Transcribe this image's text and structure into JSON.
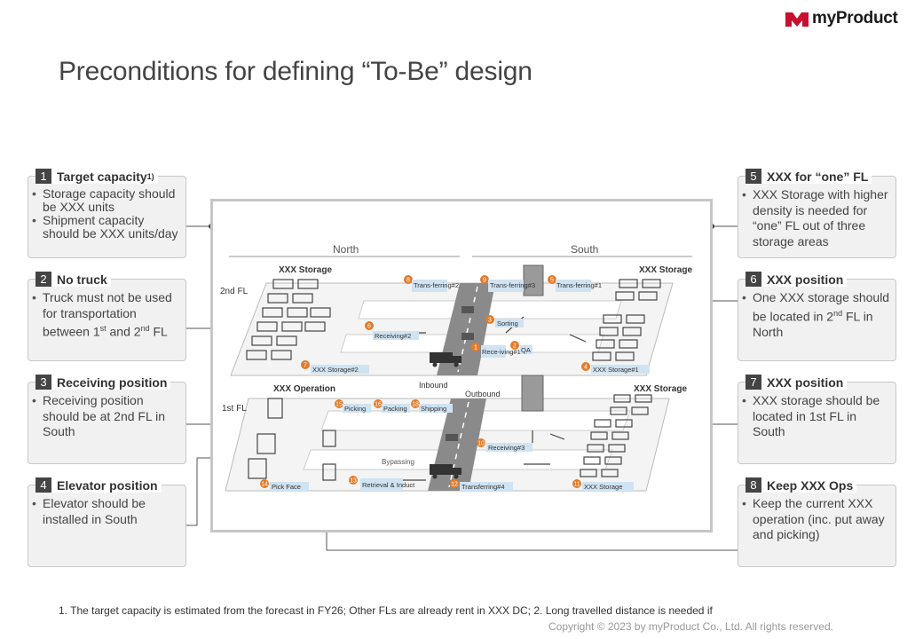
{
  "brand": {
    "name": "myProduct",
    "color": "#c8102e"
  },
  "title": "Preconditions for defining “To-Be” design",
  "boxes": [
    {
      "num": "1",
      "title": "Target capacity",
      "sup": "1)",
      "bullets": [
        "Storage capacity should be XXX  units",
        "Shipment capacity should be XXX units/day"
      ]
    },
    {
      "num": "2",
      "title": "No truck",
      "bullets": [
        "Truck must not be used for transportation between 1st and 2nd FL"
      ]
    },
    {
      "num": "3",
      "title": "Receiving position",
      "bullets": [
        "Receiving position should be at 2nd FL in South"
      ]
    },
    {
      "num": "4",
      "title": "Elevator position",
      "bullets": [
        "Elevator should be installed in South"
      ]
    },
    {
      "num": "5",
      "title": "XXX for “one” FL",
      "bullets": [
        "XXX Storage with higher density is needed for “one” FL out of three storage areas"
      ]
    },
    {
      "num": "6",
      "title": "XXX position",
      "bullets": [
        "One XXX storage should be located in 2nd FL in North"
      ]
    },
    {
      "num": "7",
      "title": "XXX position",
      "bullets": [
        "XXX storage should be located in 1st FL in South"
      ]
    },
    {
      "num": "8",
      "title": "Keep XXX Ops",
      "bullets": [
        "Keep the current XXX operation (inc. put away and picking)"
      ]
    }
  ],
  "diagram": {
    "north": "North",
    "south": "South",
    "fl2": "2nd FL",
    "fl1": "1st FL",
    "storage_n2": "XXX Storage",
    "storage_s2": "XXX Storage",
    "operation_n1": "XXX Operation",
    "storage_s1": "XXX Storage",
    "inbound": "Inbound",
    "outbound": "Outbound",
    "qa": "QA",
    "bypassing": "Bypassing",
    "steps": [
      {
        "n": "1",
        "label": "Rece-iving#1"
      },
      {
        "n": "2",
        "label": "QA"
      },
      {
        "n": "3",
        "label": "Sorting"
      },
      {
        "n": "4",
        "label": "XXX Storage#1"
      },
      {
        "n": "5",
        "label": "Trans-ferring#1"
      },
      {
        "n": "6",
        "label": "Receiving#2"
      },
      {
        "n": "7",
        "label": "XXX Storage#2"
      },
      {
        "n": "8",
        "label": "Trans-ferring#2"
      },
      {
        "n": "9",
        "label": "Trans-ferring#3"
      },
      {
        "n": "10",
        "label": "Receiving#3"
      },
      {
        "n": "11",
        "label": "XXX Storage"
      },
      {
        "n": "12",
        "label": "Transferring#4"
      },
      {
        "n": "13",
        "label": "Retrieval & Induct"
      },
      {
        "n": "14",
        "label": "Pick Face"
      },
      {
        "n": "15",
        "label": "Picking"
      },
      {
        "n": "16",
        "label": "Packing"
      },
      {
        "n": "18",
        "label": "Shipping"
      }
    ]
  },
  "footnote": "1. The target capacity is estimated from the forecast in FY26; Other FLs are already rent in XXX  DC; 2. Long travelled  distance is needed if",
  "copyright": "Copyright © 2023 by myProduct Co., Ltd.  All rights reserved."
}
